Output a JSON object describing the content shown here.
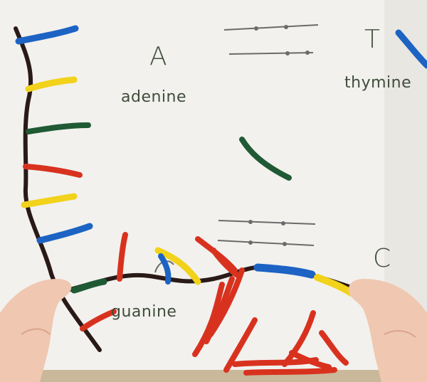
{
  "board": {
    "paper_color": "#f2f1ee",
    "letters": [
      "A",
      "T",
      "C"
    ],
    "words": [
      "adenine",
      "thymine",
      "guanine"
    ]
  },
  "pipe_cleaner_colors": {
    "backbone": "#2a1a17",
    "blue": "#1c63c4",
    "yellow": "#f2d21a",
    "green": "#1f5a35",
    "red": "#d8321f"
  },
  "hands": {
    "skin": "#f0c7b0"
  }
}
